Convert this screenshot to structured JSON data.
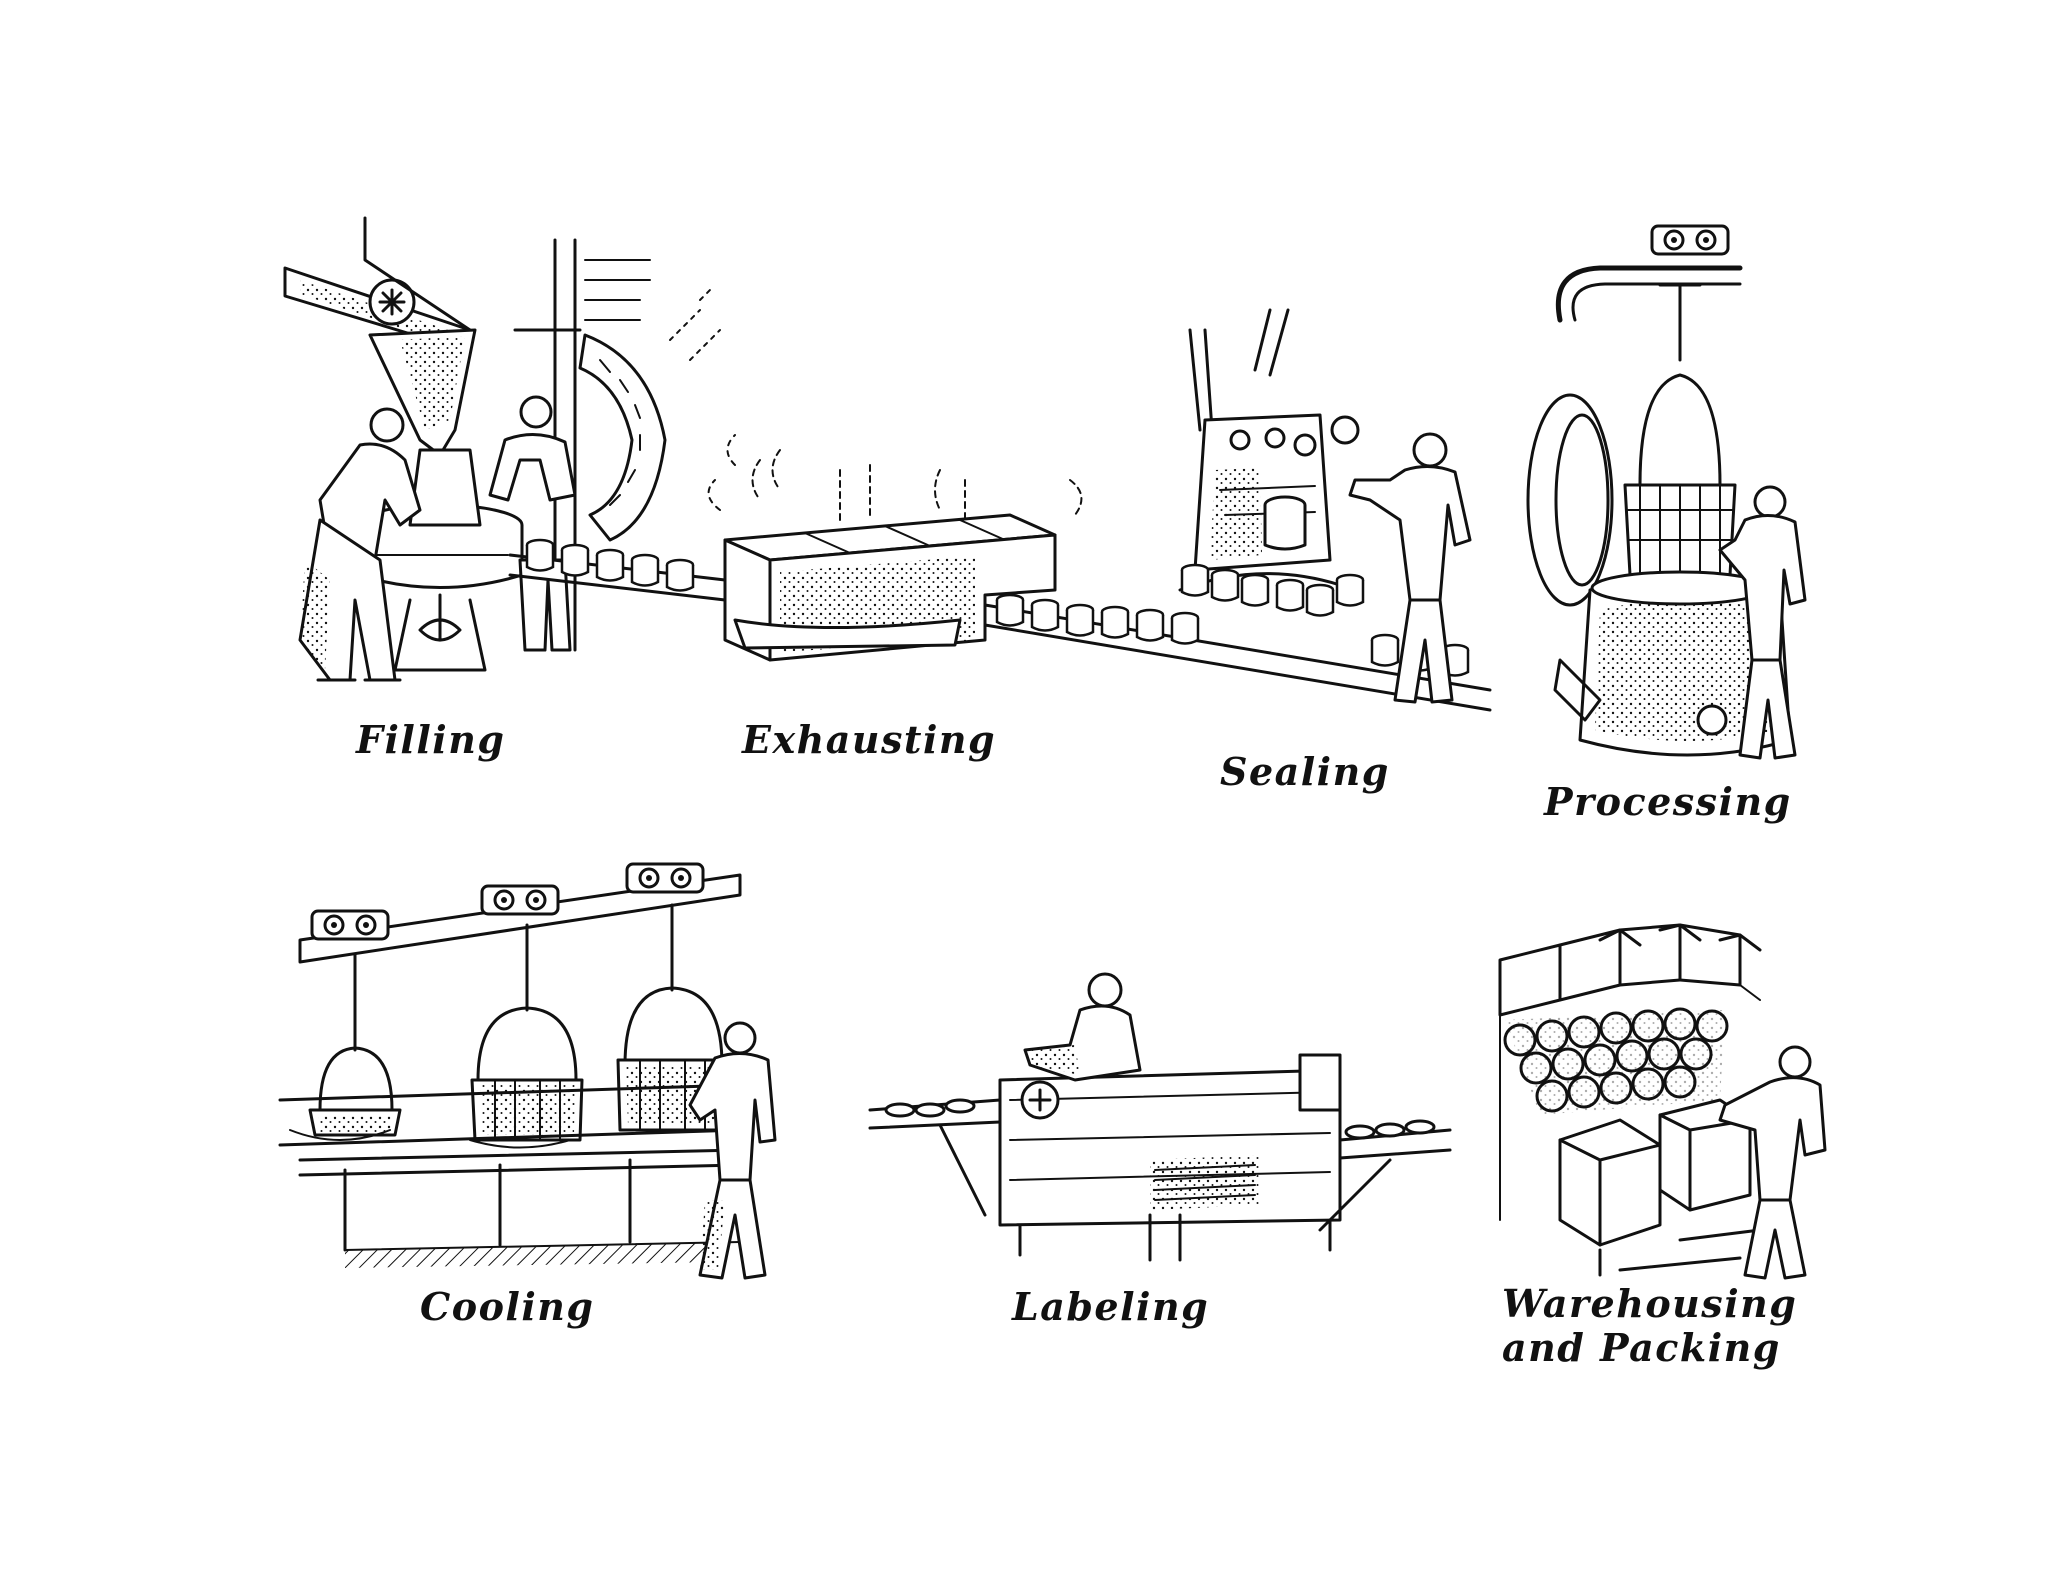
{
  "figure": {
    "stages": [
      {
        "id": "filling",
        "label": "Filling"
      },
      {
        "id": "exhausting",
        "label": "Exhausting"
      },
      {
        "id": "sealing",
        "label": "Sealing"
      },
      {
        "id": "processing",
        "label": "Processing"
      },
      {
        "id": "cooling",
        "label": "Cooling"
      },
      {
        "id": "labeling",
        "label": "Labeling"
      },
      {
        "id": "warehousing",
        "label_line1": "Warehousing",
        "label_line2": "and Packing"
      }
    ],
    "ink_color": "#111111",
    "background_color": "#ffffff"
  }
}
